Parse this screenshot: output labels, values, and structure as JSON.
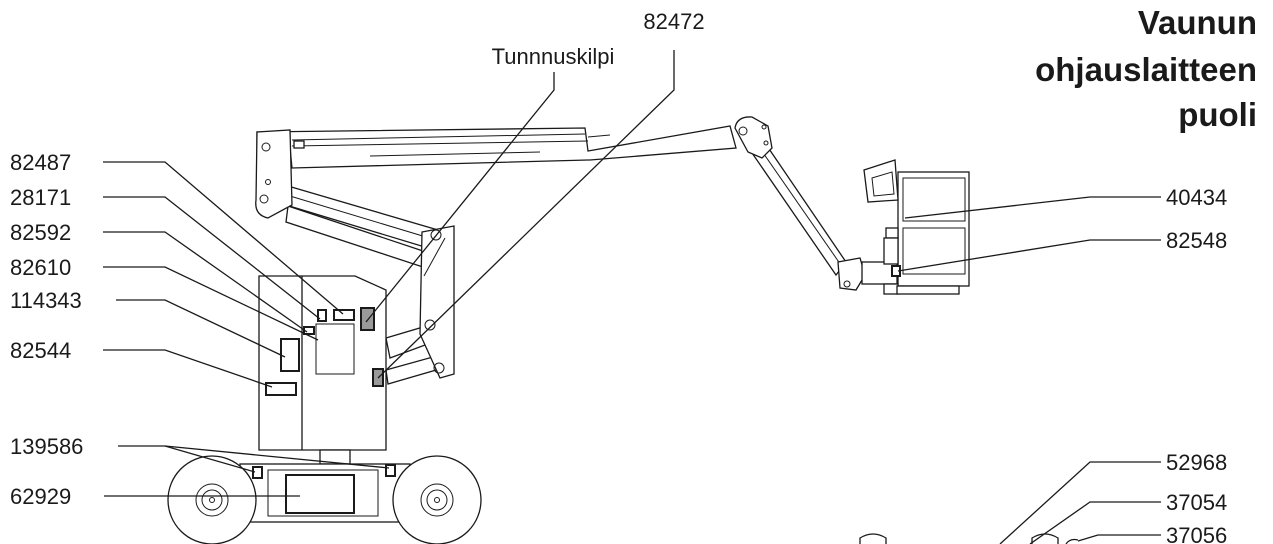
{
  "title": {
    "line1": "Vaunun",
    "line2": "ohjauslaitteen",
    "line3": "puoli"
  },
  "labels": {
    "top_82472": "82472",
    "top_tunnuskilpi": "Tunnnuskilpi",
    "left_82487": "82487",
    "left_28171": "28171",
    "left_82592": "82592",
    "left_82610": "82610",
    "left_114343": "114343",
    "left_82544": "82544",
    "left_139586": "139586",
    "left_62929": "62929",
    "right_40434": "40434",
    "right_82548": "82548",
    "right_52968": "52968",
    "right_37054": "37054",
    "right_37056": "37056"
  }
}
